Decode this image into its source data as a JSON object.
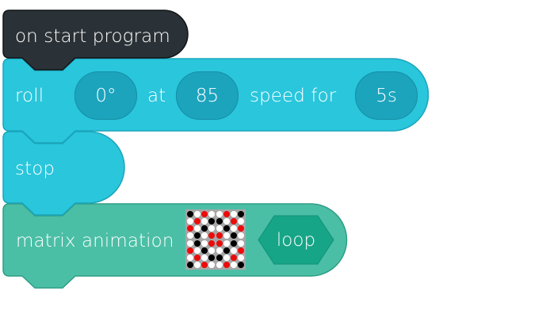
{
  "blocks": {
    "start": {
      "label": "on start program",
      "color": "#2b3237"
    },
    "roll": {
      "label": "roll",
      "heading": "0°",
      "at_label": "at",
      "speed": "85",
      "speed_for_label": "speed for",
      "duration": "5s",
      "color": "#29c6dc"
    },
    "stop": {
      "label": "stop",
      "color": "#29c6dc"
    },
    "matrix": {
      "label": "matrix animation",
      "mode": "loop",
      "color": "#4bbfa6",
      "hex_color": "#16a587",
      "frame": [
        [
          "B",
          "W",
          "R",
          "W",
          "W",
          "R",
          "W",
          "B"
        ],
        [
          "W",
          "R",
          "W",
          "B",
          "B",
          "W",
          "R",
          "W"
        ],
        [
          "R",
          "W",
          "B",
          "W",
          "W",
          "B",
          "W",
          "R"
        ],
        [
          "W",
          "B",
          "W",
          "R",
          "R",
          "W",
          "B",
          "W"
        ],
        [
          "W",
          "B",
          "W",
          "R",
          "R",
          "W",
          "B",
          "W"
        ],
        [
          "R",
          "W",
          "B",
          "W",
          "W",
          "B",
          "W",
          "R"
        ],
        [
          "W",
          "R",
          "W",
          "B",
          "B",
          "W",
          "R",
          "W"
        ],
        [
          "B",
          "W",
          "R",
          "W",
          "W",
          "R",
          "W",
          "B"
        ]
      ]
    }
  }
}
